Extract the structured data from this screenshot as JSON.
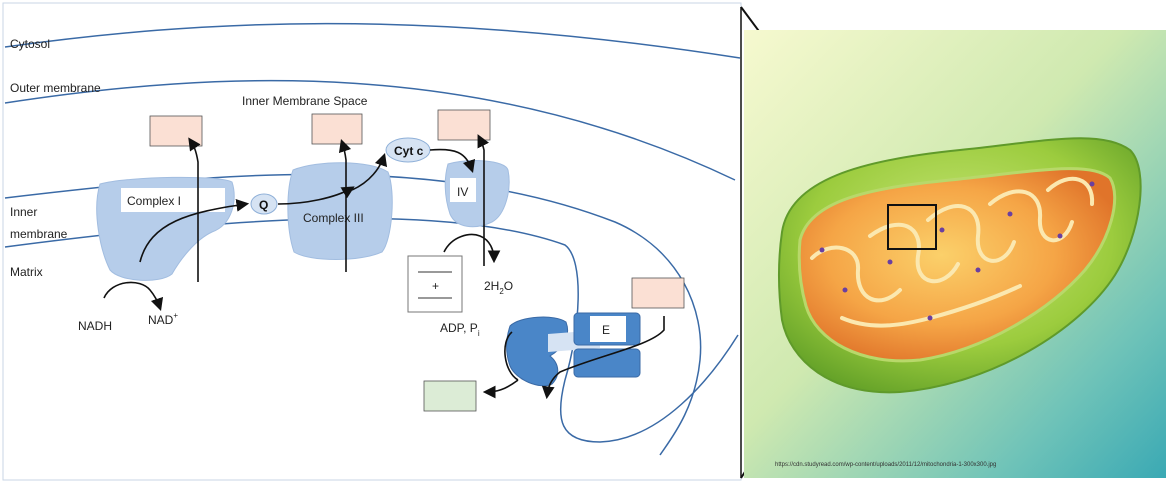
{
  "labels": {
    "cytosol": "Cytosol",
    "outer_membrane": "Outer membrane",
    "inner_membrane_space": "Inner Membrane Space",
    "inner_membrane_line1": "Inner",
    "inner_membrane_line2": "membrane",
    "matrix": "Matrix"
  },
  "complexes": {
    "complex1": "Complex I",
    "q": "Q",
    "complex3": "Complex III",
    "cytc": "Cyt c",
    "complex4": "IV",
    "e": "E"
  },
  "molecules": {
    "nadh": "NADH",
    "nad_base": "NAD",
    "nad_sup": "+",
    "water_prefix": "2H",
    "water_sub": "2",
    "water_suffix": "O",
    "adp": "ADP, P",
    "adp_sub": "i",
    "box_plus": "+"
  },
  "source_url": "https://cdn.studyread.com/wp-content/uploads/2011/12/mitochondria-1-300x300.jpg",
  "colors": {
    "membrane": "#3a6aa6",
    "complex_fill": "#b6cdea",
    "atp_synthase": "#4a86c8",
    "answer_box": "#fbe0d4",
    "answer_box_green": "#dcecd6",
    "mito_green": "#8cc63e",
    "mito_orange": "#f08a2c"
  }
}
